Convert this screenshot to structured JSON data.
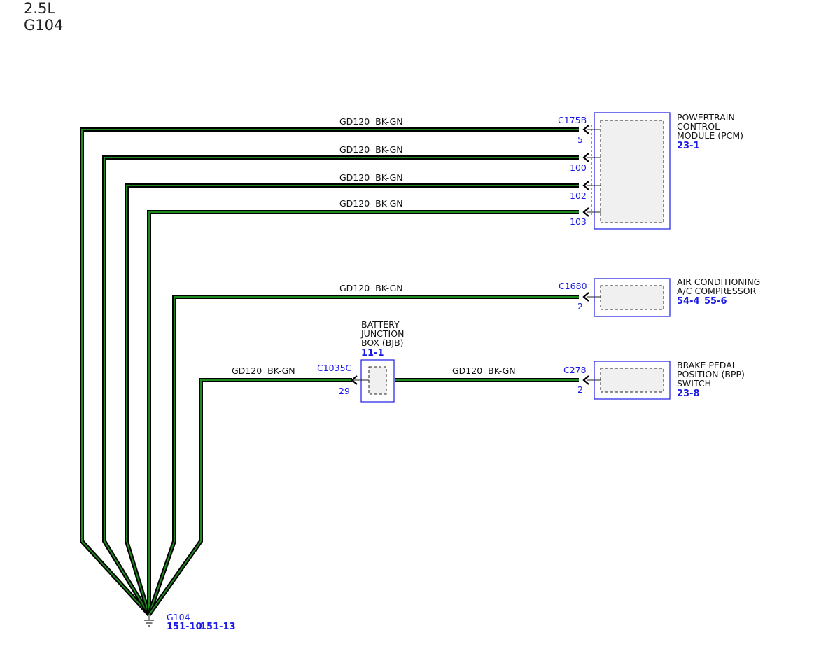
{
  "header": {
    "line1": "2.5L",
    "line2": "G104"
  },
  "colors": {
    "wire_outer": "#000000",
    "wire_inner": "#1f8a1f",
    "connector_blue": "#1a1ae6"
  },
  "components": {
    "pcm": {
      "name_lines": [
        "POWERTRAIN",
        "CONTROL",
        "MODULE (PCM)"
      ],
      "ref": "23-1",
      "connector": "C175B",
      "pins": [
        "5",
        "100",
        "102",
        "103"
      ]
    },
    "ac": {
      "name_lines": [
        "AIR CONDITIONING",
        "A/C COMPRESSOR"
      ],
      "ref1": "54-4",
      "ref2": "55-6",
      "connector": "C1680",
      "pin": "2"
    },
    "bjb": {
      "name_lines": [
        "BATTERY",
        "JUNCTION",
        "BOX (BJB)"
      ],
      "ref": "11-1",
      "connector": "C1035C",
      "pin": "29"
    },
    "bpp": {
      "name_lines": [
        "BRAKE PEDAL",
        "POSITION (BPP)",
        "SWITCH"
      ],
      "ref": "23-8",
      "connector": "C278",
      "pin": "2"
    },
    "ground": {
      "name": "G104",
      "ref1": "151-10",
      "ref2": "151-13"
    }
  },
  "wires": [
    {
      "circuit": "GD120",
      "color": "BK-GN"
    },
    {
      "circuit": "GD120",
      "color": "BK-GN"
    },
    {
      "circuit": "GD120",
      "color": "BK-GN"
    },
    {
      "circuit": "GD120",
      "color": "BK-GN"
    },
    {
      "circuit": "GD120",
      "color": "BK-GN"
    },
    {
      "circuit": "GD120",
      "color": "BK-GN"
    },
    {
      "circuit": "GD120",
      "color": "BK-GN"
    }
  ]
}
